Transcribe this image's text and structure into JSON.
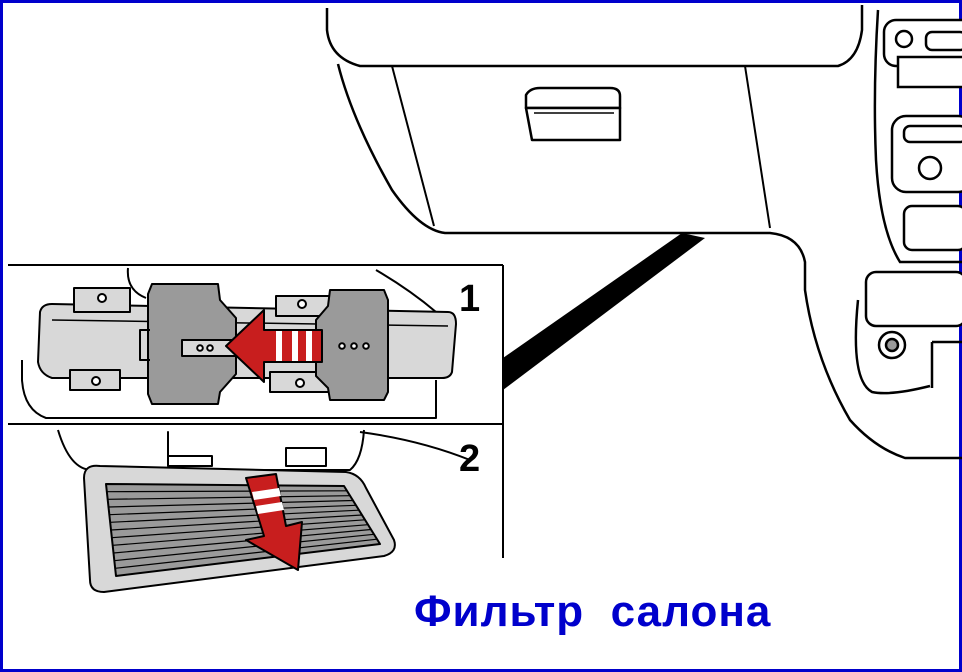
{
  "steps": [
    {
      "number": "1"
    },
    {
      "number": "2"
    }
  ],
  "caption": {
    "text": "Фильтр  салона"
  },
  "icons": [
    "dashboard-glovebox",
    "filter-cover-clip",
    "cabin-filter",
    "red-arrow"
  ],
  "colors": {
    "frame": "#0000cc",
    "caption": "#0000cc",
    "arrow": "#c81e1e",
    "part_fill": "#9a9a9a",
    "part_light": "#d8d8d8",
    "line": "#000000"
  }
}
